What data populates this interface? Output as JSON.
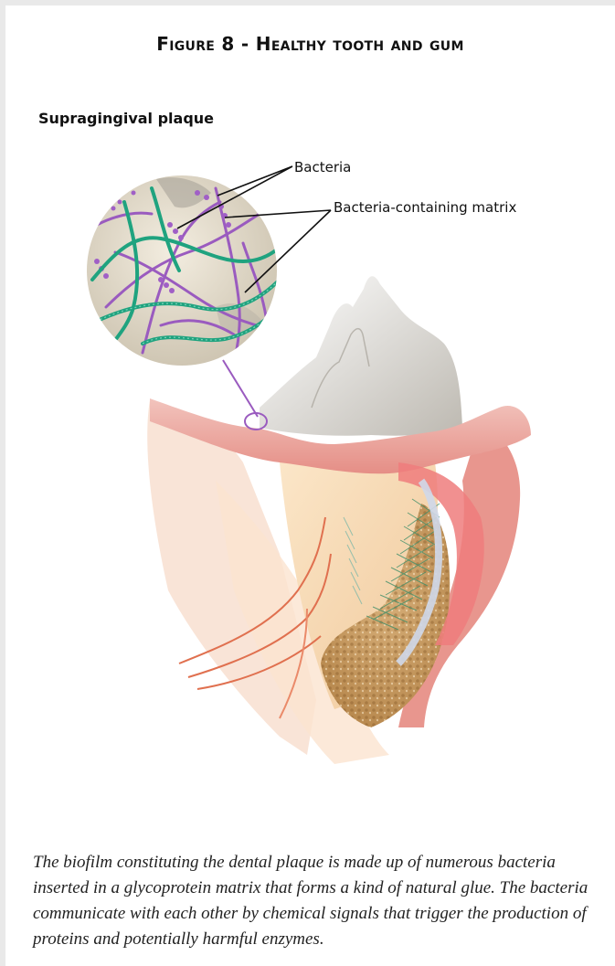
{
  "figure": {
    "title": "Figure 8 - Healthy tooth and gum",
    "subtitle": "Supragingival plaque"
  },
  "labels": {
    "bacteria": "Bacteria",
    "matrix": "Bacteria-containing matrix"
  },
  "caption": "The biofilm constituting the dental plaque is made up of numerous bacteria inserted in a glycoprotein matrix that forms a kind of natural glue. The bacteria communicate with each other by chemical signals that trigger the production of proteins and potentially harmful enzymes.",
  "colors": {
    "gum": "#e8a098",
    "enamel": "#d9d6cf",
    "bone": "#c79a5e",
    "bacteria": "#9a5bbf",
    "matrix": "#1fa37f",
    "nerve": "#e06a4a"
  }
}
